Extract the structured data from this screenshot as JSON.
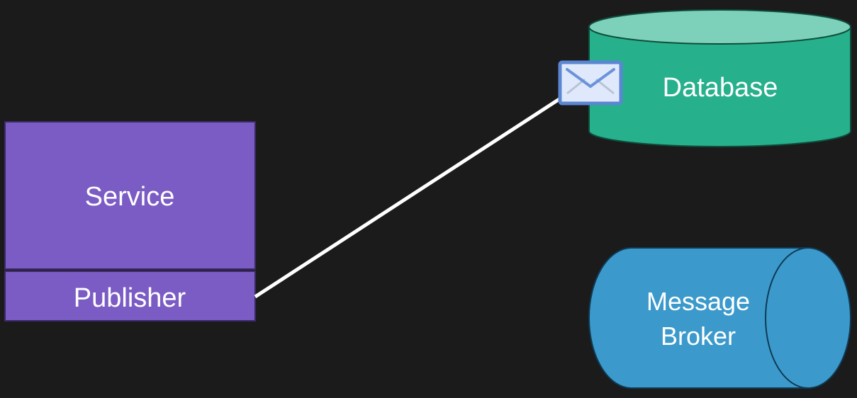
{
  "service": {
    "label": "Service",
    "color": "#7b5cc4"
  },
  "publisher": {
    "label": "Publisher",
    "color": "#7b5cc4"
  },
  "database": {
    "label": "Database",
    "color": "#27b08c",
    "top_color": "#7dd1bb"
  },
  "broker": {
    "line1": "Message",
    "line2": "Broker",
    "color": "#3b9acb"
  },
  "connector": {
    "icon": "envelope-icon",
    "color": "#ffffff"
  }
}
